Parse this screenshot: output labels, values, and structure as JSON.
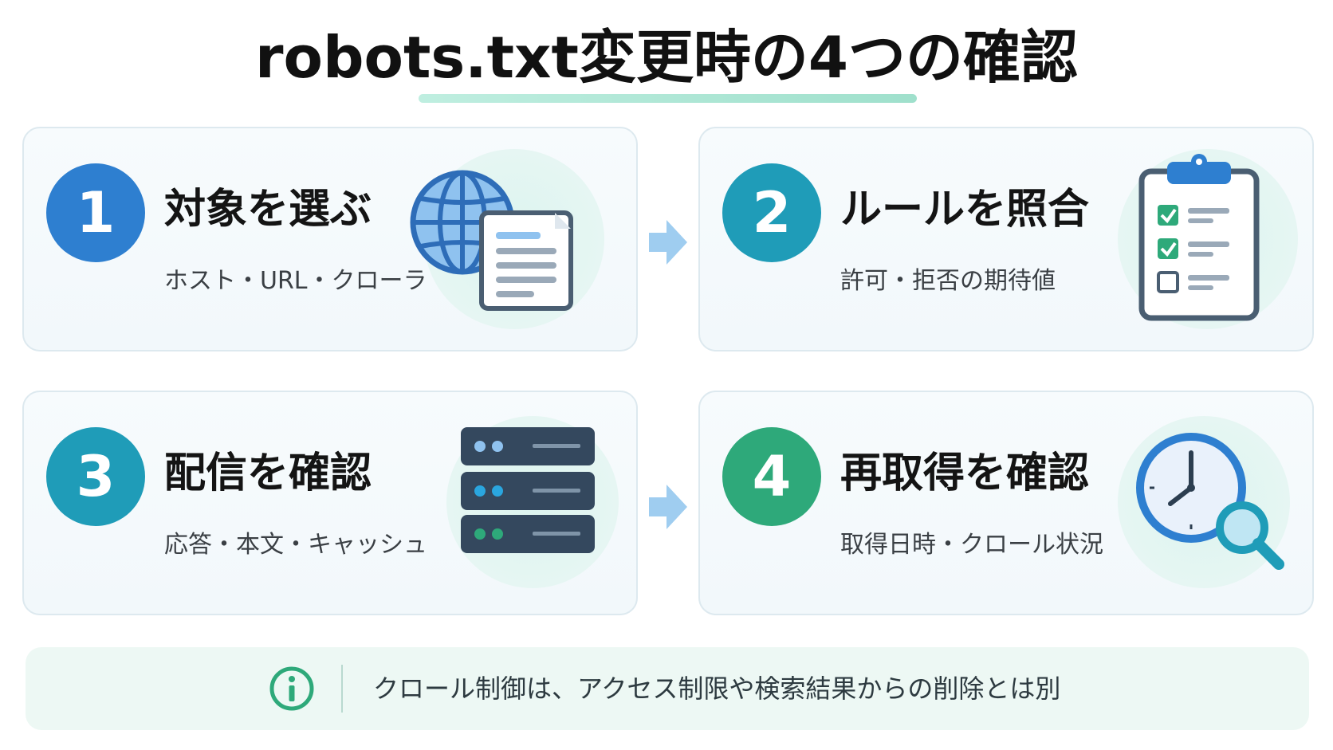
{
  "title": "robots.txt変更時の4つの確認",
  "steps": [
    {
      "number": "1",
      "title": "対象を選ぶ",
      "subtitle": "ホスト・URL・クローラ",
      "icon": "globe-document-icon"
    },
    {
      "number": "2",
      "title": "ルールを照合",
      "subtitle": "許可・拒否の期待値",
      "icon": "clipboard-checklist-icon"
    },
    {
      "number": "3",
      "title": "配信を確認",
      "subtitle": "応答・本文・キャッシュ",
      "icon": "server-icon"
    },
    {
      "number": "4",
      "title": "再取得を確認",
      "subtitle": "取得日時・クロール状況",
      "icon": "clock-magnifier-icon"
    }
  ],
  "note": {
    "icon": "info-icon",
    "text": "クロール制御は、アクセス制限や検索結果からの削除とは別"
  },
  "colors": {
    "step1": "#2e7fd0",
    "step2": "#1f9cb8",
    "step3": "#1f9cb8",
    "step4": "#2ea97a",
    "accent": "#9fe0cc"
  }
}
